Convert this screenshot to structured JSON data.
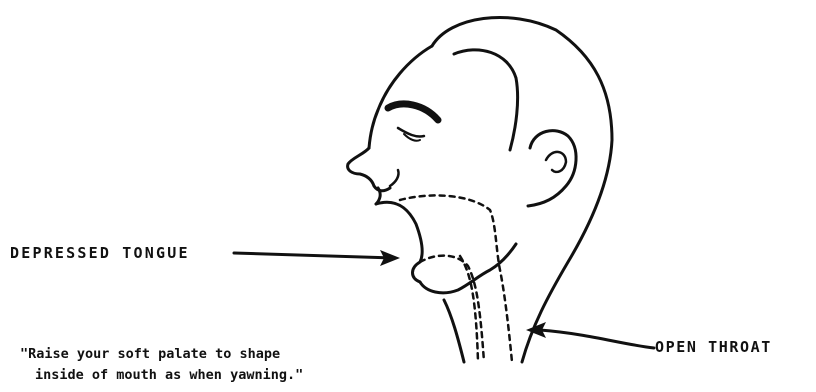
{
  "labels": {
    "tongue": "DEPRESSED TONGUE",
    "throat": "OPEN THROAT"
  },
  "caption": {
    "line1": "\"Raise your soft palate to shape",
    "line2": "inside of mouth as when yawning.\""
  },
  "colors": {
    "ink": "#111111",
    "background": "#ffffff"
  }
}
